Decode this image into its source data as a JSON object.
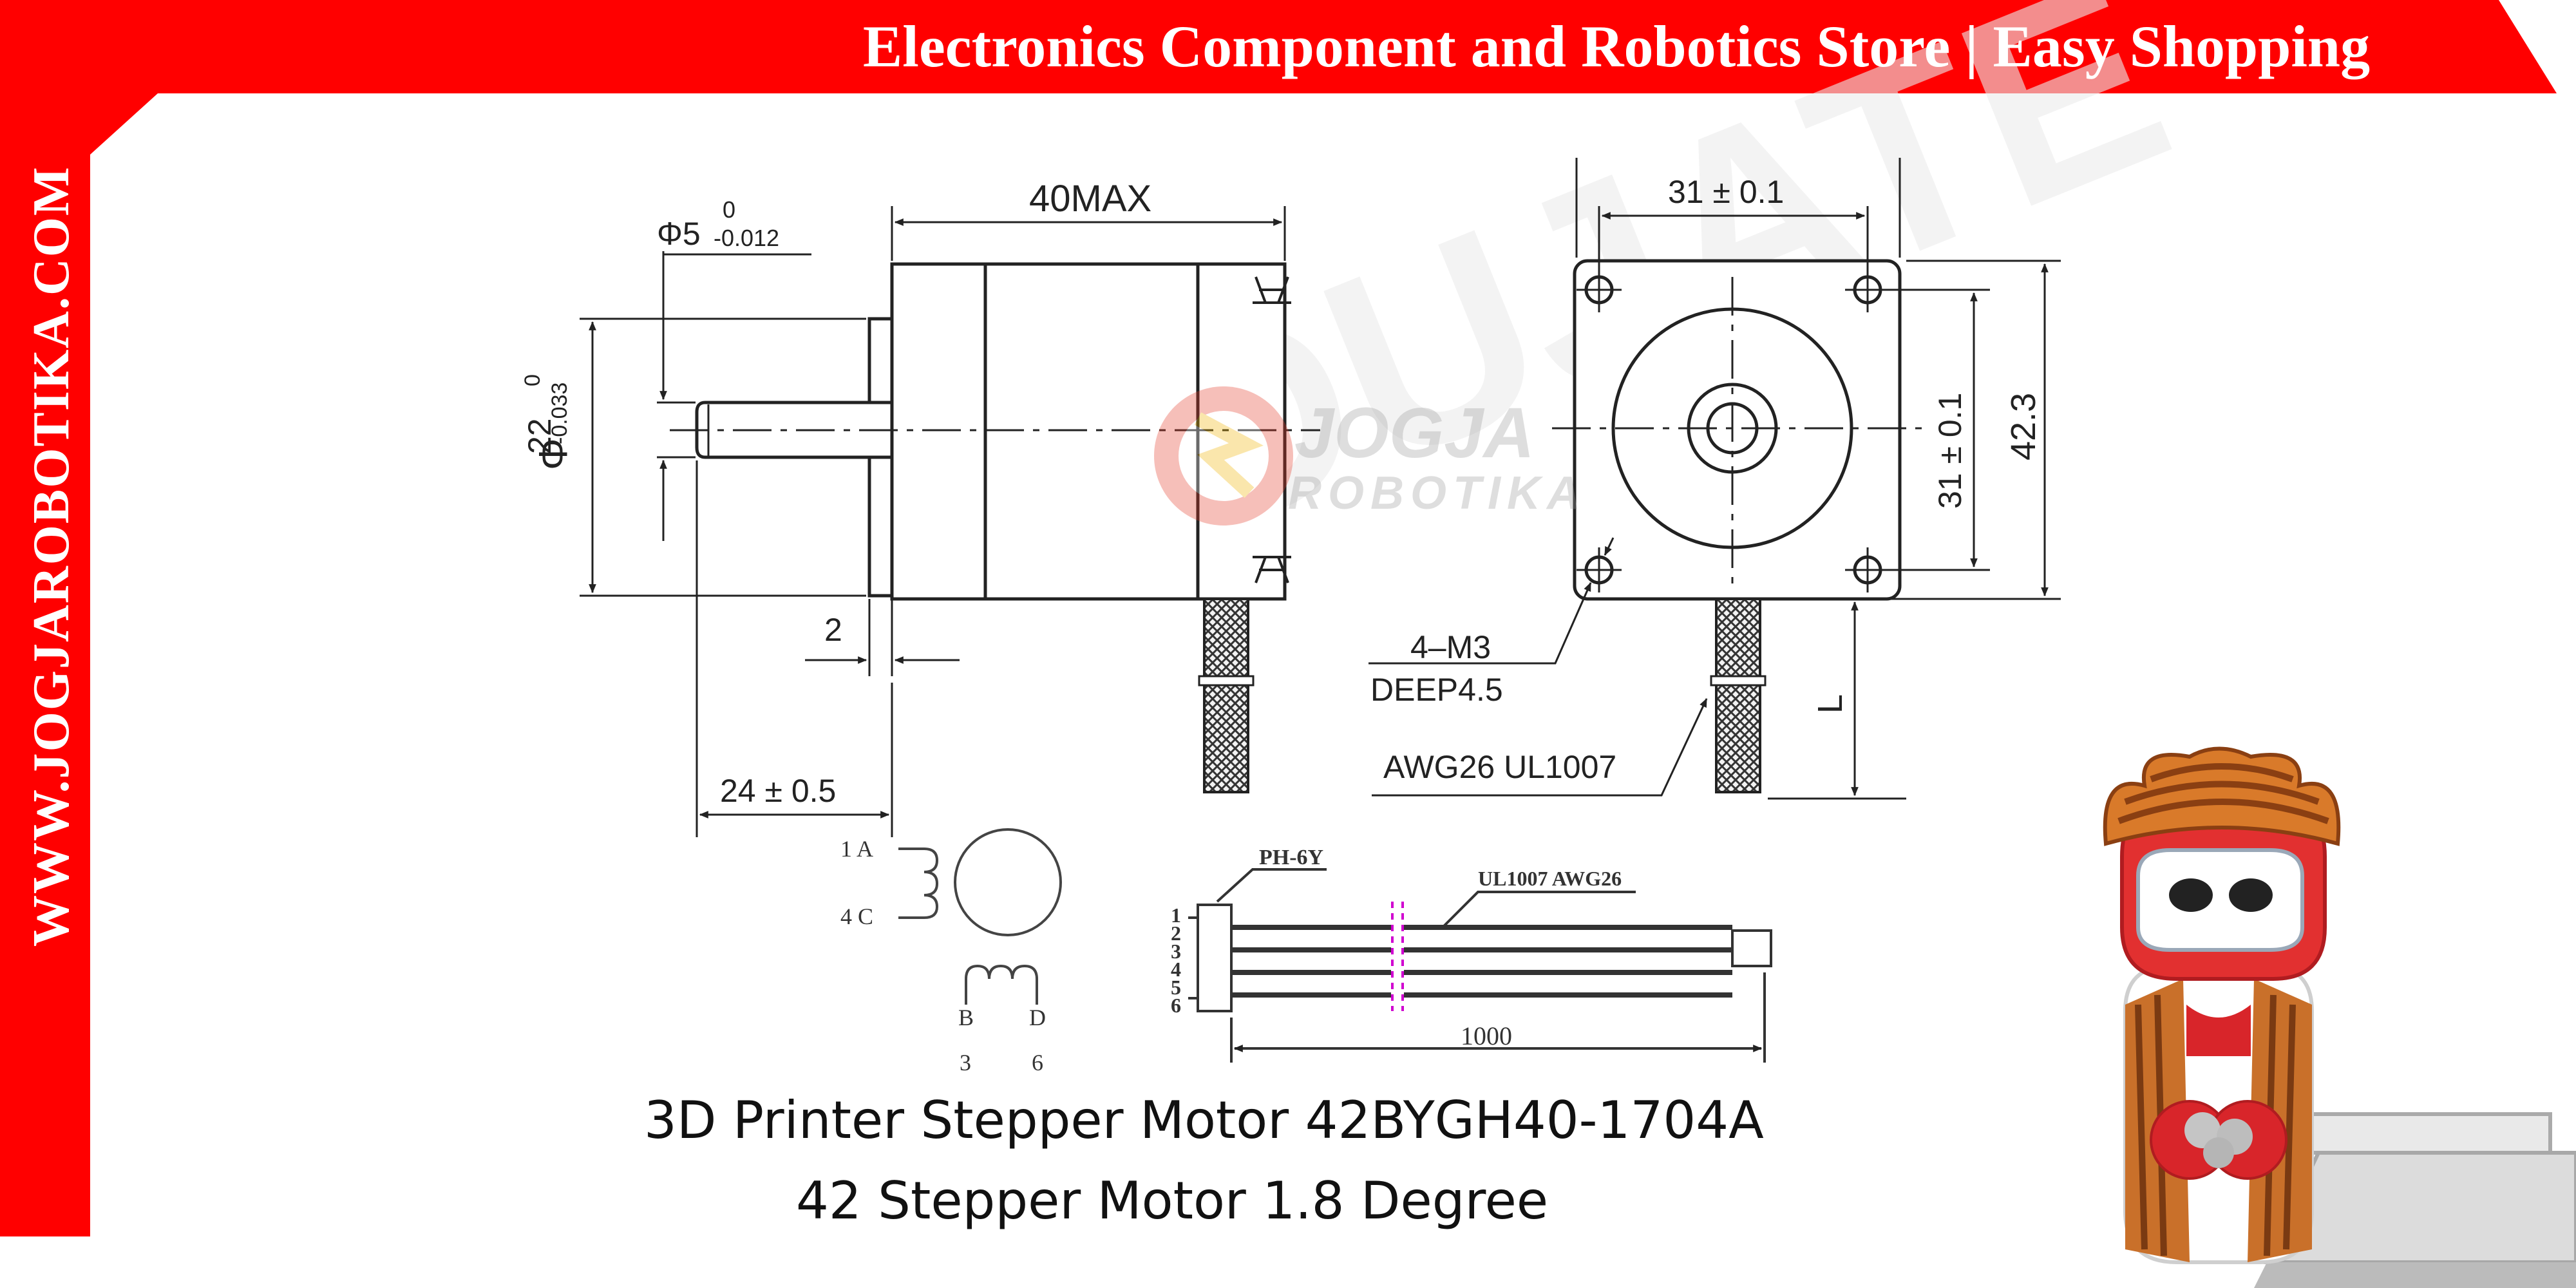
{
  "banner": {
    "text": "Electronics Component and Robotics Store | Easy Shopping",
    "color": "#ff0000"
  },
  "side": {
    "text": "WWW.JOGJAROBOTIKA.COM",
    "color": "#ff0000"
  },
  "watermark": {
    "logo_word1": "JOGJA",
    "logo_word2": "ROBOTIKA",
    "bg_letters": "DUJATE"
  },
  "drawing": {
    "side_view": {
      "length": "40MAX",
      "shaft_dia": "Φ5",
      "shaft_tol_upper": "0",
      "shaft_tol_lower": "-0.012",
      "boss_dia_symbol": "Φ",
      "boss_dia": "22",
      "boss_tol_upper": "0",
      "boss_tol_lower": "-0.033",
      "boss_height": "2",
      "shaft_length": "24 ± 0.5"
    },
    "front_view": {
      "hole_spacing_h": "31 ± 0.1",
      "hole_spacing_v": "31 ± 0.1",
      "body_size": "42.3",
      "holes_line1": "4–M3",
      "holes_line2": "DEEP4.5",
      "wire_label": "AWG26  UL1007",
      "lead_length": "L"
    },
    "wiring": {
      "coil_label_1A": "1  A",
      "coil_label_4C": "4  C",
      "coil_label_B": "B",
      "coil_label_D": "D",
      "pin_3": "3",
      "pin_6": "6"
    },
    "connector": {
      "plug": "PH-6Y",
      "cable": "UL1007  AWG26",
      "pins": [
        "1",
        "2",
        "3",
        "4",
        "5",
        "6"
      ],
      "length": "1000"
    }
  },
  "caption": {
    "line1": "3D Printer Stepper Motor 42BYGH40-1704A",
    "line2": "42 Stepper Motor 1.8 Degree"
  }
}
